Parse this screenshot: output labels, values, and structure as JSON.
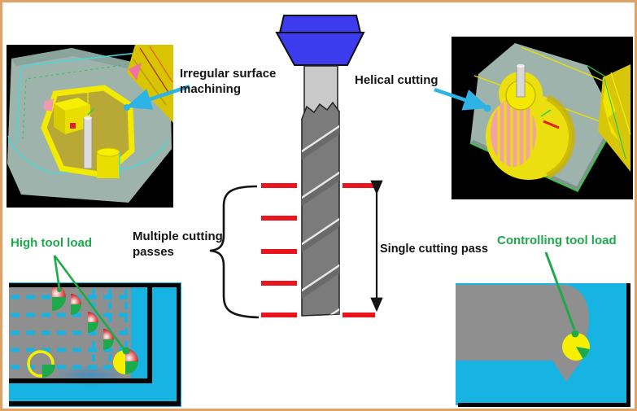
{
  "labels": {
    "irregular": {
      "text": "Irregular surface machining"
    },
    "helical": {
      "text": "Helical cutting"
    },
    "multiple": {
      "text": "Multiple cutting passes"
    },
    "single": {
      "text": "Single cutting pass"
    },
    "high_load": {
      "text": "High tool load"
    },
    "controlling": {
      "text": "Controlling tool load"
    }
  },
  "palette": {
    "border_orange": "#dfa365",
    "label_black": "#141414",
    "label_green": "#1ca94c",
    "arrow_cyan": "#2eb3e6",
    "pass_red": "#e9141d",
    "holder_blue": "#3c3cee",
    "shank_gray": "#c9c9c9",
    "flute_gray": "#7b7b7b",
    "stock_cyan": "#17b3e3",
    "material_gray": "#8f8f8f",
    "tool_yellow": "#f6ef00",
    "engagement_green": "#1daa4b",
    "load_red_dark": "#bb0f0f",
    "block_sage": "#9eb3ab",
    "scene_background": "#000000"
  }
}
